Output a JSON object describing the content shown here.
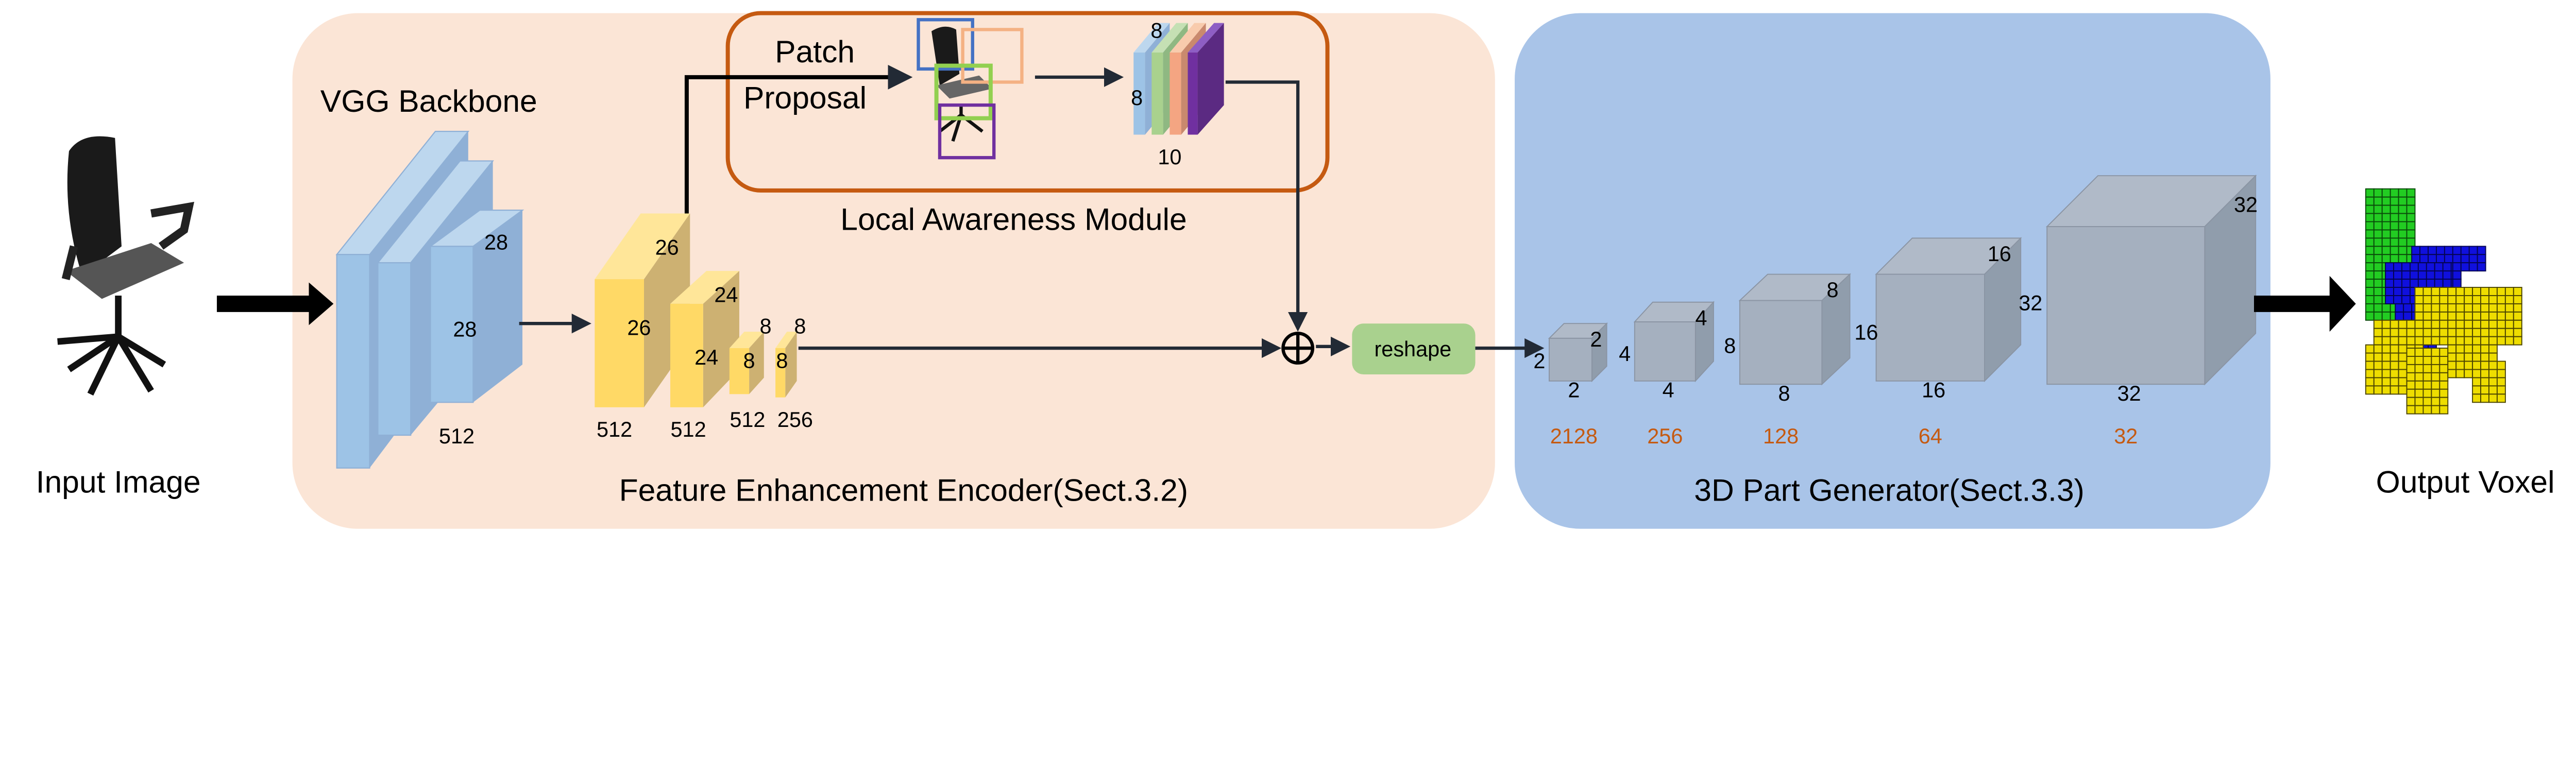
{
  "input": {
    "label": "Input Image"
  },
  "encoder": {
    "title": "Feature Enhancement Encoder(Sect.3.2)",
    "backbone_label": "VGG Backbone",
    "vgg_dims": [
      "28",
      "28",
      "512"
    ],
    "blocks": [
      {
        "top": "26",
        "side": "26",
        "channels": "512"
      },
      {
        "top": "24",
        "side": "24",
        "channels": "512"
      },
      {
        "top": "8",
        "side": "8",
        "channels": "512"
      },
      {
        "top": "8",
        "side": "8",
        "channels": "256"
      }
    ]
  },
  "local_module": {
    "title": "Local Awareness Module",
    "patch_label_1": "Patch",
    "patch_label_2": "Proposal",
    "feature_dims": [
      "8",
      "8",
      "10"
    ],
    "patch_colors": [
      "#4472c4",
      "#f4b183",
      "#92d050",
      "#7030a0"
    ]
  },
  "reshape": {
    "label": "reshape"
  },
  "generator": {
    "title": "3D Part Generator(Sect.3.3)",
    "cubes": [
      {
        "a": "2",
        "b": "2",
        "c": "2",
        "channels": "2128"
      },
      {
        "a": "4",
        "b": "4",
        "c": "4",
        "channels": "256"
      },
      {
        "a": "8",
        "b": "8",
        "c": "8",
        "channels": "128"
      },
      {
        "a": "16",
        "b": "16",
        "c": "16",
        "channels": "64"
      },
      {
        "a": "32",
        "b": "32",
        "c": "32",
        "channels": "32"
      }
    ]
  },
  "output": {
    "label": "Output Voxel"
  },
  "colors": {
    "encoder_bg": "#fbe5d6",
    "generator_bg": "#a9c4e8",
    "module_border": "#c55a11",
    "vgg": "#9dc3e6",
    "feature": "#ffd966",
    "reshape": "#a9d18e",
    "cube": "#a5b0bf",
    "channel_text": "#c55a11"
  }
}
